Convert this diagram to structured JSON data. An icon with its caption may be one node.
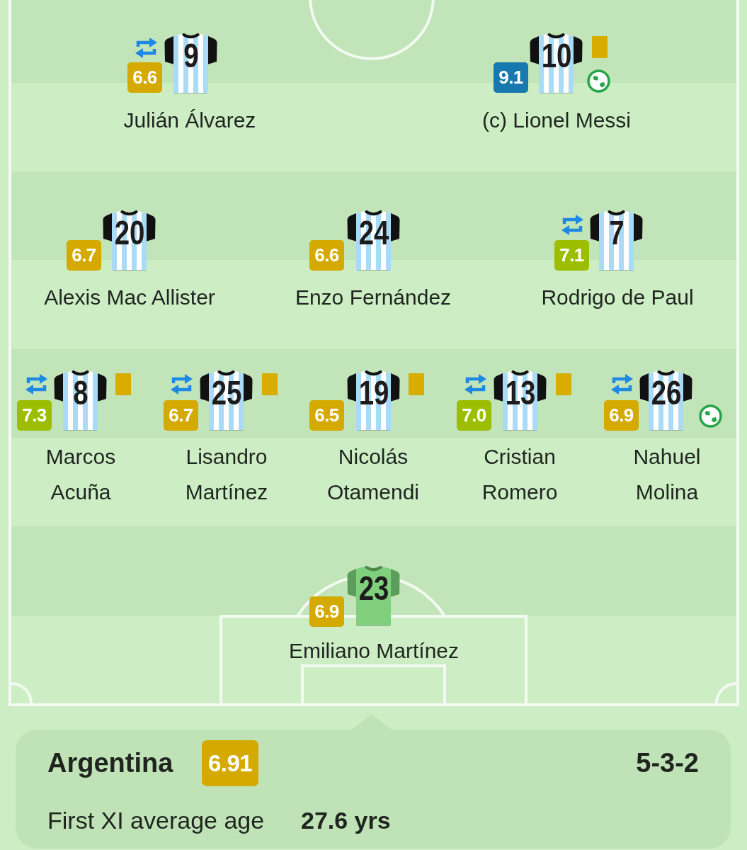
{
  "diagram": {
    "nodes": [
      {
        "text": [
          "6.6"
        ]
      },
      {
        "text": [
          "9"
        ],
        "beside": [
          "Julián Álvarez"
        ]
      },
      {
        "text": [
          "9.1"
        ]
      },
      {
        "text": [
          "10"
        ],
        "beside": [
          "(c) Lionel Messi"
        ]
      },
      {
        "text": [
          "6.7"
        ]
      },
      {
        "text": [
          "20"
        ],
        "beside": [
          "Alexis Mac Allister"
        ]
      },
      {
        "text": [
          "6.6"
        ]
      },
      {
        "text": [
          "24"
        ],
        "beside": [
          "Enzo Fernández"
        ]
      },
      {
        "text": [
          "7.1"
        ]
      },
      {
        "text": [
          "7"
        ],
        "beside": [
          "Rodrigo de Paul"
        ]
      },
      {
        "text": [
          "7.3"
        ]
      },
      {
        "text": [
          "8"
        ],
        "beside": [
          "Marcos Acuña"
        ]
      },
      {
        "text": [
          "6.7"
        ]
      },
      {
        "text": [
          "25"
        ],
        "beside": [
          "Lisandro Martínez"
        ]
      },
      {
        "text": [
          "6.5"
        ]
      },
      {
        "text": [
          "19"
        ],
        "beside": [
          "Nicolás Otamendi"
        ]
      },
      {
        "text": [
          "7.0"
        ]
      },
      {
        "text": [
          "13"
        ],
        "beside": [
          "Cristian Romero"
        ]
      },
      {
        "text": [
          "6.9"
        ]
      },
      {
        "text": [
          "26"
        ],
        "beside": [
          "Nahuel Molina"
        ]
      },
      {
        "text": [
          "6.9"
        ]
      },
      {
        "text": [
          "23"
        ],
        "beside": [
          "Emiliano Martínez"
        ]
      },
      {
        "text": [
          "Argentina",
          "5-3-2",
          "First XI average age",
          "27.6 yrs"
        ]
      },
      {
        "text": [
          "6.91"
        ],
        "in": 22
      }
    ]
  }
}
